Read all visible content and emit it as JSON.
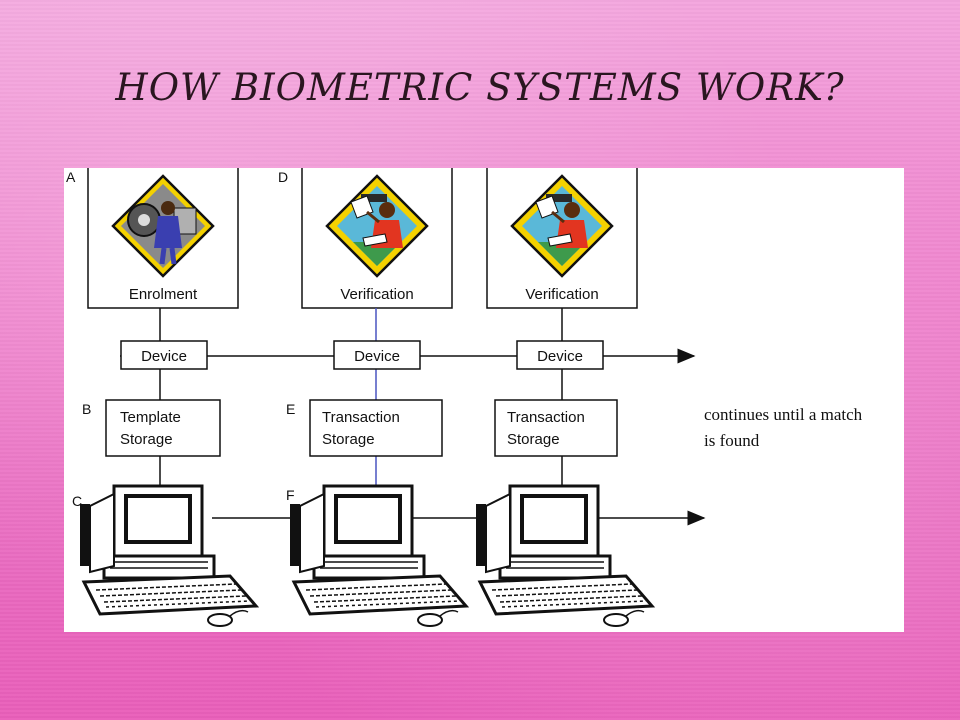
{
  "title": "HOW BIOMETRIC SYSTEMS WORK?",
  "stages": [
    {
      "letter_top": "A",
      "label": "Enrolment",
      "device": "Device",
      "letter_mid": "B",
      "storage_line1": "Template",
      "storage_line2": "Storage",
      "letter_bottom": "C"
    },
    {
      "letter_top": "D",
      "label": "Verification",
      "device": "Device",
      "letter_mid": "E",
      "storage_line1": "Transaction",
      "storage_line2": "Storage",
      "letter_bottom": "F"
    },
    {
      "label": "Verification",
      "device": "Device",
      "storage_line1": "Transaction",
      "storage_line2": "Storage"
    }
  ],
  "note": {
    "line1": "continues until a match",
    "line2": "is found"
  }
}
